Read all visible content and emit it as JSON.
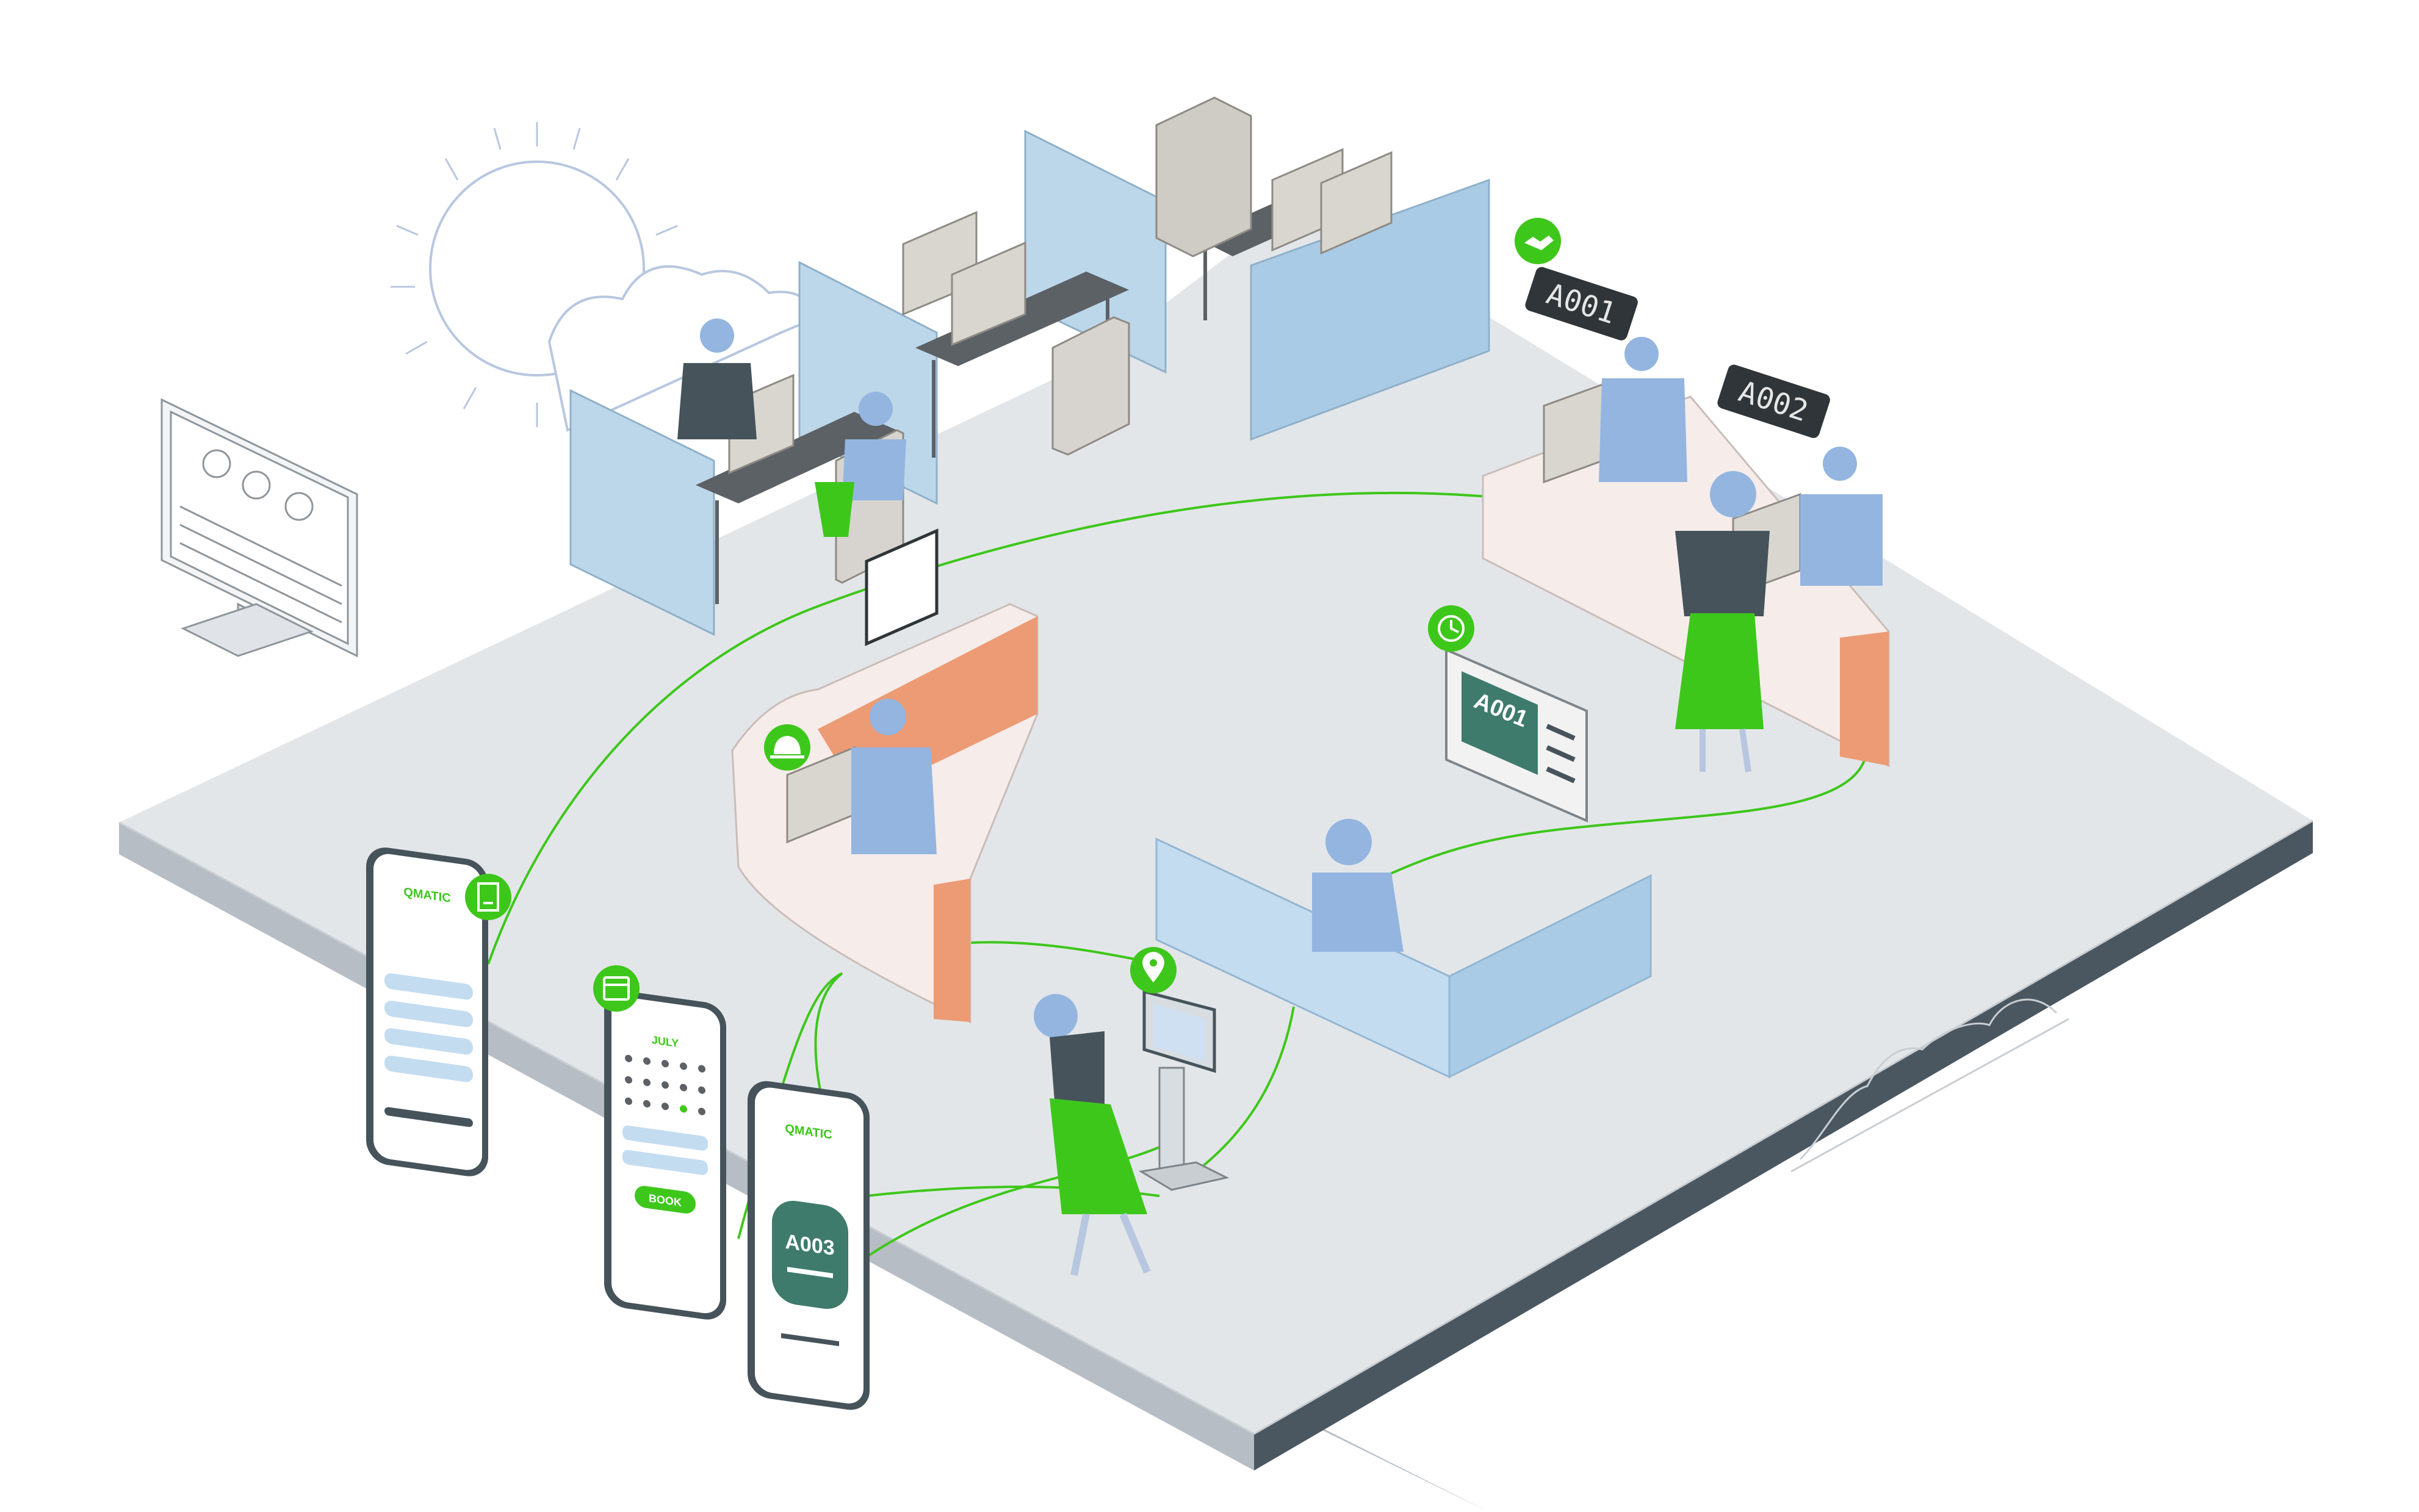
{
  "colors": {
    "accent_green": "#3ec71b",
    "floor_top": "#e3e6e9",
    "floor_side_left": "#b7bdc4",
    "floor_side_right": "#4b5760",
    "partition_blue": "#bcd7ea",
    "counter_salmon": "#ec9b74",
    "counter_cream": "#f6ecea",
    "ticket_teal": "#3e7b6c",
    "display_dark": "#2f3538",
    "person_blue": "#93b5e0",
    "person_dark": "#46535b",
    "furniture_grey": "#5c6166",
    "sofa_blue": "#c3dcf0"
  },
  "icons": {
    "board_a001": "handshake-icon",
    "board_sign": "clock-icon",
    "reception": "service-bell-icon",
    "kiosk": "map-pin-icon",
    "phone_feedback": "bar-chart-icon",
    "phone_booking": "calendar-icon"
  },
  "queue_displays": {
    "counter_1": "A001",
    "counter_2": "A002"
  },
  "sign_ticket": "A001",
  "phones": {
    "feedback": {
      "brand": "QMATIC"
    },
    "booking": {
      "calendar_month": "JULY",
      "button": "BOOK"
    },
    "ticket": {
      "brand": "QMATIC",
      "ticket": "A003"
    }
  }
}
